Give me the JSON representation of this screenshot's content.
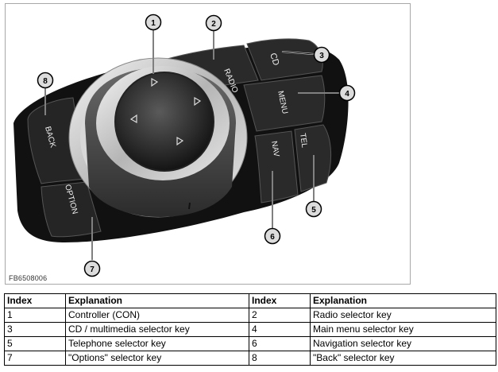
{
  "figure": {
    "id": "FB6508006",
    "key_labels": {
      "radio": "RADIO",
      "cd": "CD",
      "menu": "MENU",
      "tel": "TEL",
      "nav": "NAV",
      "back": "BACK",
      "option": "OPTION"
    },
    "callouts": [
      "1",
      "2",
      "3",
      "4",
      "5",
      "6",
      "7",
      "8"
    ],
    "colors": {
      "key_body": "#1e1e1e",
      "chrome_ring": "#c9c9c9",
      "callout_fill": "#dcdcdc"
    }
  },
  "legend": {
    "headers": {
      "index": "Index",
      "explanation": "Explanation",
      "index2": "Index",
      "explanation2": "Explanation"
    },
    "rows": [
      {
        "i1": "1",
        "e1": "Controller (CON)",
        "i2": "2",
        "e2": "Radio selector key"
      },
      {
        "i1": "3",
        "e1": "CD / multimedia selector key",
        "i2": "4",
        "e2": "Main menu selector key"
      },
      {
        "i1": "5",
        "e1": "Telephone selector key",
        "i2": "6",
        "e2": "Navigation selector key"
      },
      {
        "i1": "7",
        "e1": "\"Options\" selector key",
        "i2": "8",
        "e2": "\"Back\" selector key"
      }
    ]
  }
}
